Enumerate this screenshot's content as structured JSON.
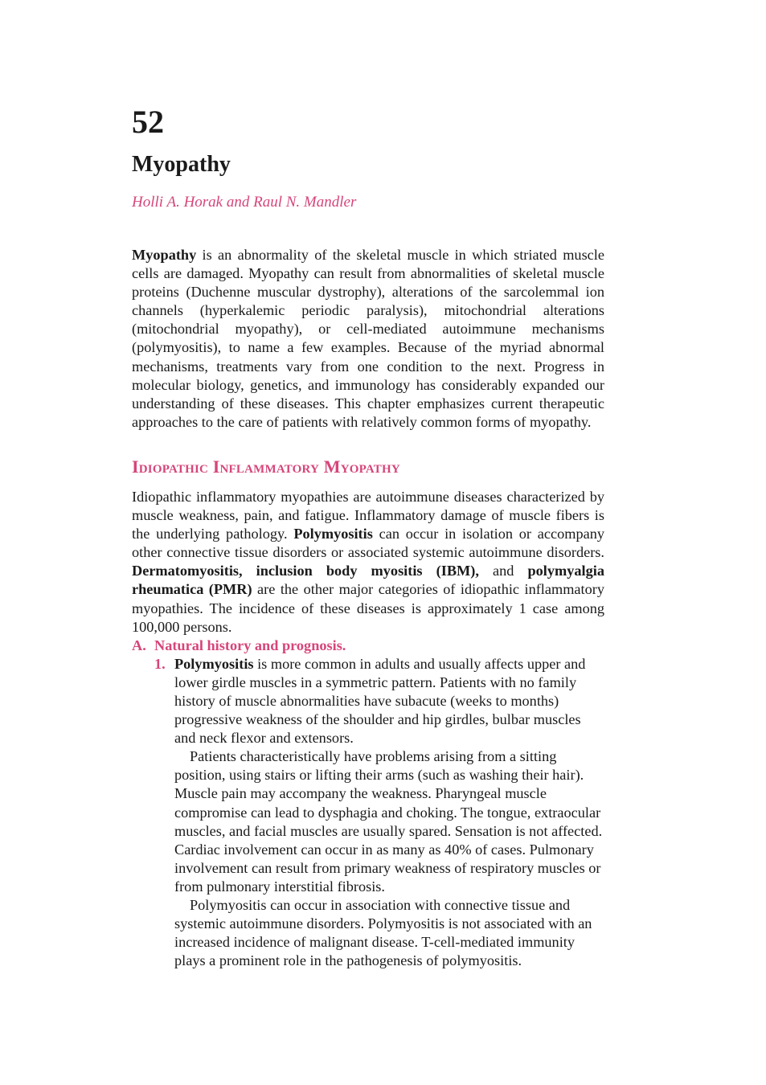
{
  "chapter": {
    "number": "52",
    "title": "Myopathy",
    "authors": "Holli A. Horak and Raul N. Mandler"
  },
  "intro": {
    "term": "Myopathy",
    "text": " is an abnormality of the skeletal muscle in which striated muscle cells are damaged. Myopathy can result from abnormalities of skeletal muscle proteins (Duchenne muscular dystrophy), alterations of the sarcolemmal ion channels (hyperkalemic periodic paralysis), mitochondrial alterations (mitochondrial myopathy), or cell-mediated autoimmune mechanisms (polymyositis), to name a few examples. Because of the myriad abnormal mechanisms, treatments vary from one condition to the next. Progress in molecular biology, genetics, and immunology has considerably expanded our understanding of these diseases. This chapter emphasizes current therapeutic approaches to the care of patients with relatively common forms of myopathy."
  },
  "section": {
    "heading": "Idiopathic Inflammatory Myopathy",
    "para_part1": "Idiopathic inflammatory myopathies are autoimmune diseases characterized by muscle weakness, pain, and fatigue. Inflammatory damage of muscle fibers is the underlying pathology. ",
    "para_bold1": "Polymyositis",
    "para_part2": " can occur in isolation or accompany other connective tissue disorders or associated systemic autoimmune disorders. ",
    "para_bold2": "Dermatomyositis, inclusion body myositis (IBM),",
    "para_part3": " and ",
    "para_bold3": "polymyalgia rheumatica (PMR)",
    "para_part4": " are the other major categories of idiopathic inflammatory myopathies. The incidence of these diseases is approximately 1 case among 100,000 persons.",
    "subsection": {
      "letter": "A.",
      "title": "Natural history and prognosis.",
      "items": [
        {
          "number": "1.",
          "bold": "Polymyositis",
          "text": " is more common in adults and usually affects upper and lower girdle muscles in a symmetric pattern. Patients with no family history of muscle abnormalities have subacute (weeks to months) progressive weakness of the shoulder and hip girdles, bulbar muscles and neck flexor and extensors.",
          "para2": "Patients characteristically have problems arising from a sitting position, using stairs or lifting their arms (such as washing their hair). Muscle pain may accompany the weakness. Pharyngeal muscle compromise can lead to dysphagia and choking. The tongue, extraocular muscles, and facial muscles are usually spared. Sensation is not affected. Cardiac involvement can occur in as many as 40% of cases. Pulmonary involvement can result from primary weakness of respiratory muscles or from pulmonary interstitial fibrosis.",
          "para3": "Polymyositis can occur in association with connective tissue and systemic autoimmune disorders. Polymyositis is not associated with an increased incidence of malignant disease. T-cell-mediated immunity plays a prominent role in the pathogenesis of polymyositis."
        }
      ]
    }
  },
  "colors": {
    "accent": "#d6457a",
    "text": "#1a1a1a"
  }
}
